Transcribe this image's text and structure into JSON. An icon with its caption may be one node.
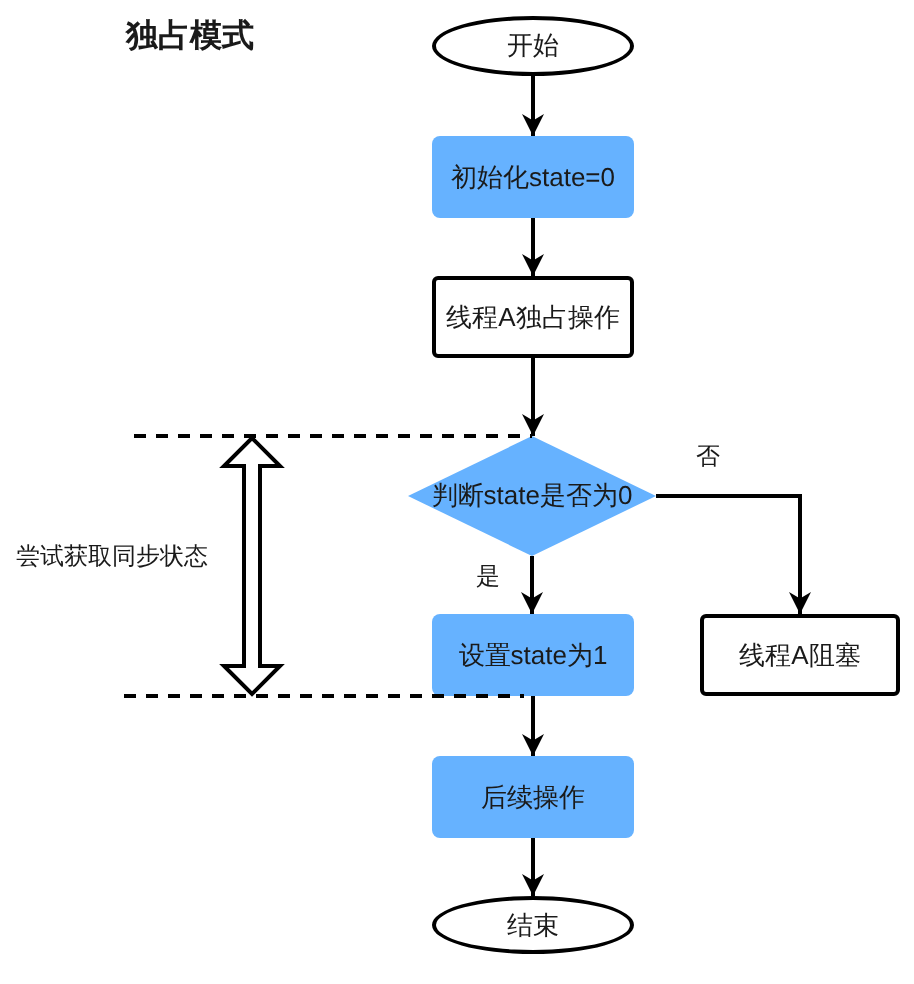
{
  "diagram": {
    "title": "独占模式",
    "nodes": [
      {
        "text": [
          "开始"
        ]
      },
      {
        "text": [
          "初始化state=0"
        ]
      },
      {
        "text": [
          "线程A独占操作"
        ]
      },
      {
        "text": [
          "判断state是否为0"
        ]
      },
      {
        "text": [
          "设置state为1"
        ]
      },
      {
        "text": [
          "线程A阻塞"
        ]
      },
      {
        "text": [
          "后续操作"
        ]
      },
      {
        "text": [
          "结束"
        ]
      }
    ],
    "edges": [
      {
        "from": 0,
        "to": 1,
        "arrow": "to"
      },
      {
        "from": 1,
        "to": 2,
        "arrow": "to"
      },
      {
        "from": 2,
        "to": 3,
        "arrow": "to"
      },
      {
        "from": 3,
        "to": 4,
        "arrow": "to",
        "label": "是"
      },
      {
        "from": 3,
        "to": 5,
        "arrow": "to",
        "label": "否"
      },
      {
        "from": 4,
        "to": 6,
        "arrow": "to"
      },
      {
        "from": 6,
        "to": 7,
        "arrow": "to"
      }
    ],
    "labels": [
      "尝试获取同步状态"
    ]
  }
}
